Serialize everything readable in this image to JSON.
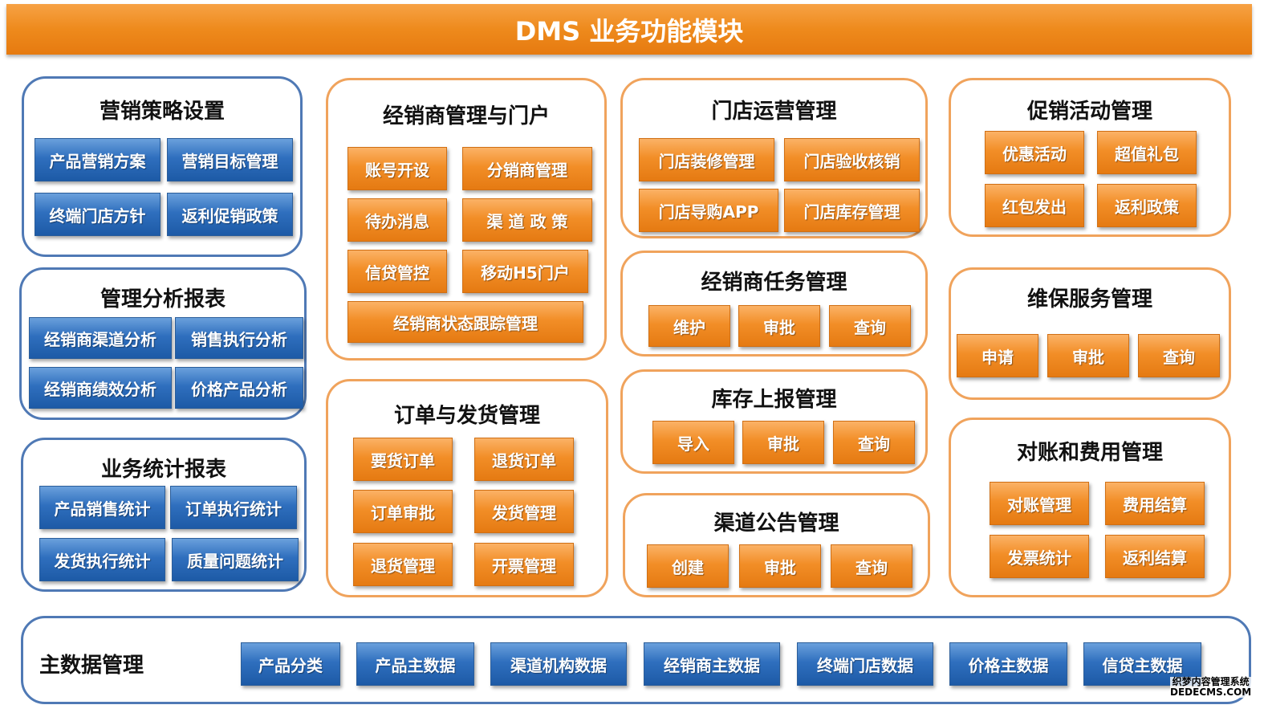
{
  "header": {
    "title": "DMS 业务功能模块"
  },
  "colors": {
    "blue": "#2f6fbe",
    "orange": "#f28e27"
  },
  "panels": [
    {
      "title": "营销策略设置",
      "items": [
        "产品营销方案",
        "营销目标管理",
        "终端门店方针",
        "返利促销政策"
      ]
    },
    {
      "title": "管理分析报表",
      "items": [
        "经销商渠道分析",
        "销售执行分析",
        "经销商绩效分析",
        "价格产品分析"
      ]
    },
    {
      "title": "业务统计报表",
      "items": [
        "产品销售统计",
        "订单执行统计",
        "发货执行统计",
        "质量问题统计"
      ]
    },
    {
      "title": "经销商管理与门户",
      "items": [
        "账号开设",
        "分销商管理",
        "待办消息",
        "渠 道 政 策",
        "信贷管控",
        "移动H5门户",
        "经销商状态跟踪管理"
      ]
    },
    {
      "title": "订单与发货管理",
      "items": [
        "要货订单",
        "退货订单",
        "订单审批",
        "发货管理",
        "退货管理",
        "开票管理"
      ]
    },
    {
      "title": "门店运营管理",
      "items": [
        "门店装修管理",
        "门店验收核销",
        "门店导购APP",
        "门店库存管理"
      ]
    },
    {
      "title": "经销商任务管理",
      "items": [
        "维护",
        "审批",
        "查询"
      ]
    },
    {
      "title": "库存上报管理",
      "items": [
        "导入",
        "审批",
        "查询"
      ]
    },
    {
      "title": "渠道公告管理",
      "items": [
        "创建",
        "审批",
        "查询"
      ]
    },
    {
      "title": "促销活动管理",
      "items": [
        "优惠活动",
        "超值礼包",
        "红包发出",
        "返利政策"
      ]
    },
    {
      "title": "维保服务管理",
      "items": [
        "申请",
        "审批",
        "查询"
      ]
    },
    {
      "title": "对账和费用管理",
      "items": [
        "对账管理",
        "费用结算",
        "发票统计",
        "返利结算"
      ]
    },
    {
      "title": "主数据管理",
      "items": [
        "产品分类",
        "产品主数据",
        "渠道机构数据",
        "经销商主数据",
        "终端门店数据",
        "价格主数据",
        "信贷主数据"
      ]
    }
  ],
  "watermark": {
    "line1": "织梦内容管理系统",
    "line2": "DEDECMS.COM"
  }
}
